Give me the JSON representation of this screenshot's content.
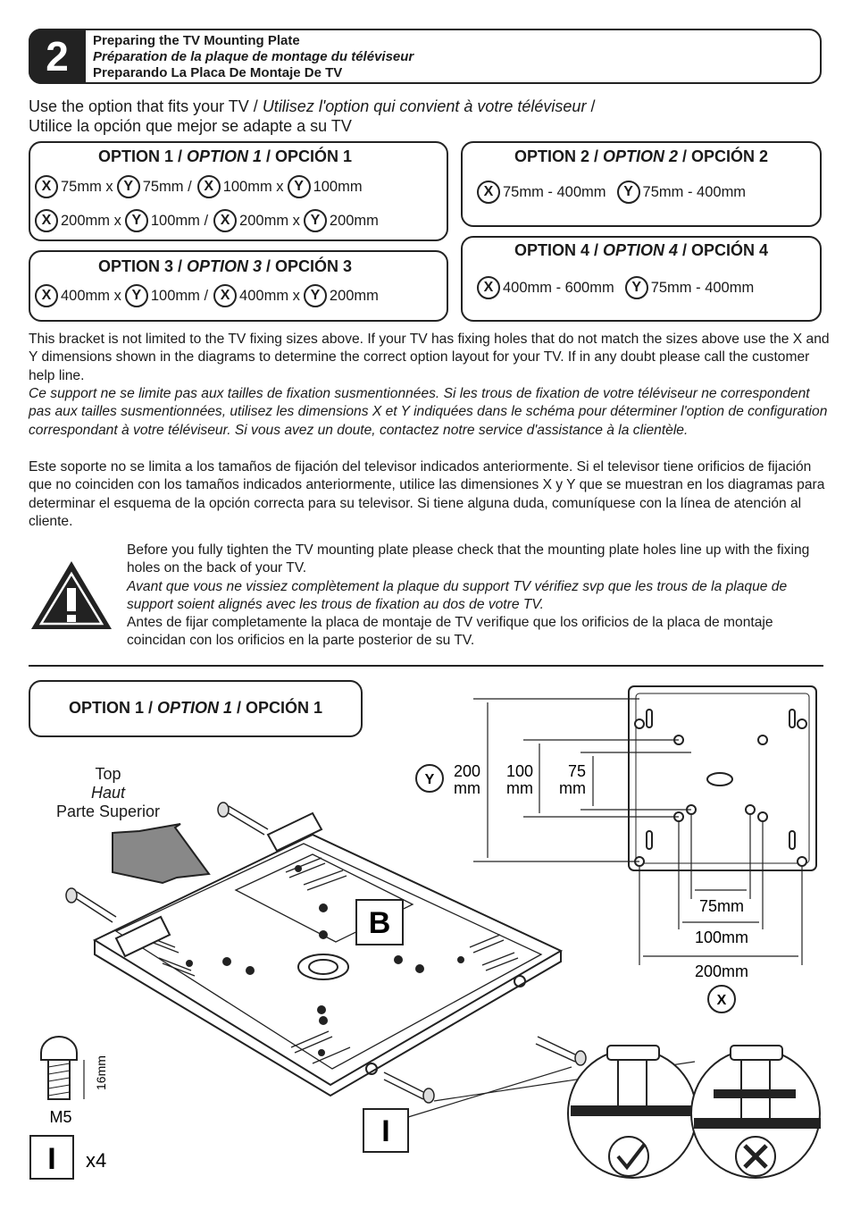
{
  "header": {
    "step": "2",
    "title_en": "Preparing the TV Mounting Plate",
    "title_fr": "Préparation de la plaque de montage du téléviseur",
    "title_es": "Preparando La Placa De Montaje De TV"
  },
  "intro": {
    "en": "Use the option that fits your TV / ",
    "fr": "Utilisez l'option qui convient à votre téléviseur",
    "sep": " /",
    "es": "Utilice la opción que mejor se adapte a su TV"
  },
  "options": {
    "opt1": {
      "title_a": "OPTION 1 / ",
      "title_b": "OPTION 1",
      "title_c": " / OPCIÓN 1",
      "l1": [
        "75mm x",
        "75mm /",
        "100mm x",
        "100mm"
      ],
      "l2": [
        "200mm x",
        "100mm /",
        "200mm x",
        "200mm"
      ]
    },
    "opt2": {
      "title_a": "OPTION 2 / ",
      "title_b": "OPTION 2",
      "title_c": " / OPCIÓN 2",
      "x": "75mm - 400mm",
      "y": "75mm - 400mm"
    },
    "opt3": {
      "title_a": "OPTION 3 / ",
      "title_b": "OPTION 3",
      "title_c": " / OPCIÓN 3",
      "l1": [
        "400mm x",
        "100mm /",
        "400mm x",
        "200mm"
      ]
    },
    "opt4": {
      "title_a": "OPTION 4 / ",
      "title_b": "OPTION 4",
      "title_c": " / OPCIÓN 4",
      "x": "400mm - 600mm",
      "y": "75mm - 400mm"
    },
    "x_label": "X",
    "y_label": "Y"
  },
  "notes": {
    "en": "This bracket is not limited to the TV fixing sizes above. If your TV has fixing holes that do not match the sizes above use the X and Y dimensions shown in the diagrams to determine the correct option layout for your TV. If in any doubt please call the customer help line.",
    "fr": "Ce support ne se limite pas aux tailles de fixation susmentionnées. Si les trous de fixation de votre téléviseur ne correspondent pas aux tailles susmentionnées, utilisez les dimensions X et Y indiquées dans le schéma pour déterminer l'option de configuration correspondant à votre téléviseur. Si vous avez un doute, contactez notre service d'assistance à la clientèle.",
    "es": "Este soporte no se limita a los tamaños de fijación del televisor indicados anteriormente. Si el televisor tiene orificios de fijación que no coinciden con los tamaños indicados anteriormente, utilice las dimensiones X y Y que se muestran en los diagramas para determinar el esquema de la opción correcta para su televisor. Si tiene alguna duda, comuníquese con la línea de atención al cliente."
  },
  "warning": {
    "en": "Before you fully tighten the TV mounting plate please check that the mounting plate holes line up with the fixing holes on the back of your TV.",
    "fr": "Avant que vous ne vissiez complètement la plaque du support TV vérifiez svp que les trous de la plaque de support soient alignés avec les trous de fixation au dos de votre TV.",
    "es": "Antes de fijar completamente la placa de montaje de TV verifique que los orificios de la placa de montaje coincidan con los orificios en la parte posterior de su TV."
  },
  "diagram": {
    "option_title_a": "OPTION 1 / ",
    "option_title_b": "OPTION 1",
    "option_title_c": " / OPCIÓN 1",
    "top_en": "Top",
    "top_fr": "Haut",
    "top_es": "Parte Superior",
    "part_b": "B",
    "part_i": "I",
    "screw_label": "M5",
    "screw_length": "16mm",
    "quantity": "x4",
    "y_dims": [
      "200",
      "mm",
      "100",
      "mm",
      "75",
      "mm"
    ],
    "x_dims": [
      "75mm",
      "100mm",
      "200mm"
    ],
    "x_axis": "X",
    "y_axis": "Y"
  }
}
